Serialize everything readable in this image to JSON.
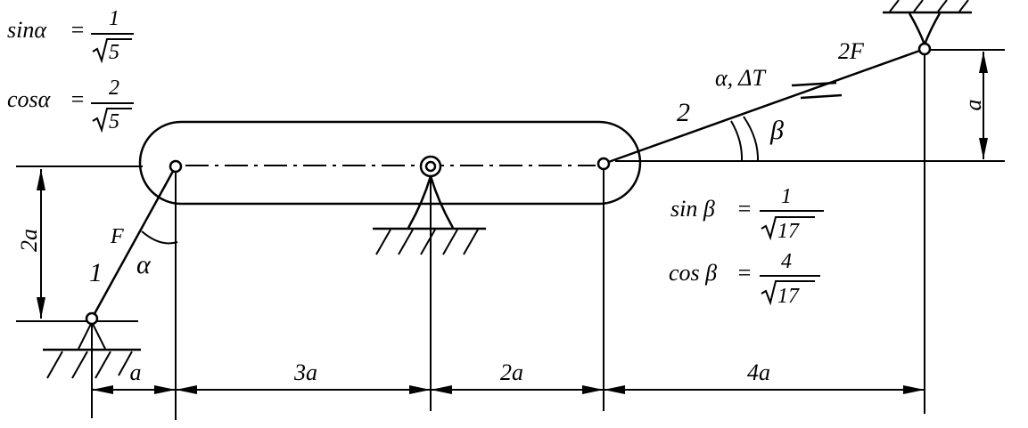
{
  "formulas": {
    "sin_alpha": {
      "lhs": "sinα",
      "num": "1",
      "den": "5"
    },
    "cos_alpha": {
      "lhs": "cosα",
      "num": "2",
      "den": "5"
    },
    "sin_beta": {
      "lhs": "sin β",
      "num": "1",
      "den": "17"
    },
    "cos_beta": {
      "lhs": "cos β",
      "num": "4",
      "den": "17"
    },
    "equals": "="
  },
  "labels": {
    "rod1_number": "1",
    "rod1_force": "F",
    "rod1_angle": "α",
    "rod2_number": "2",
    "rod2_force": "2F",
    "rod2_params": "α, ΔT",
    "rod2_angle": "β"
  },
  "dimensions": {
    "left_height": "2a",
    "right_height": "a",
    "span1": "a",
    "span2": "3a",
    "span3": "2a",
    "span4": "4a"
  }
}
